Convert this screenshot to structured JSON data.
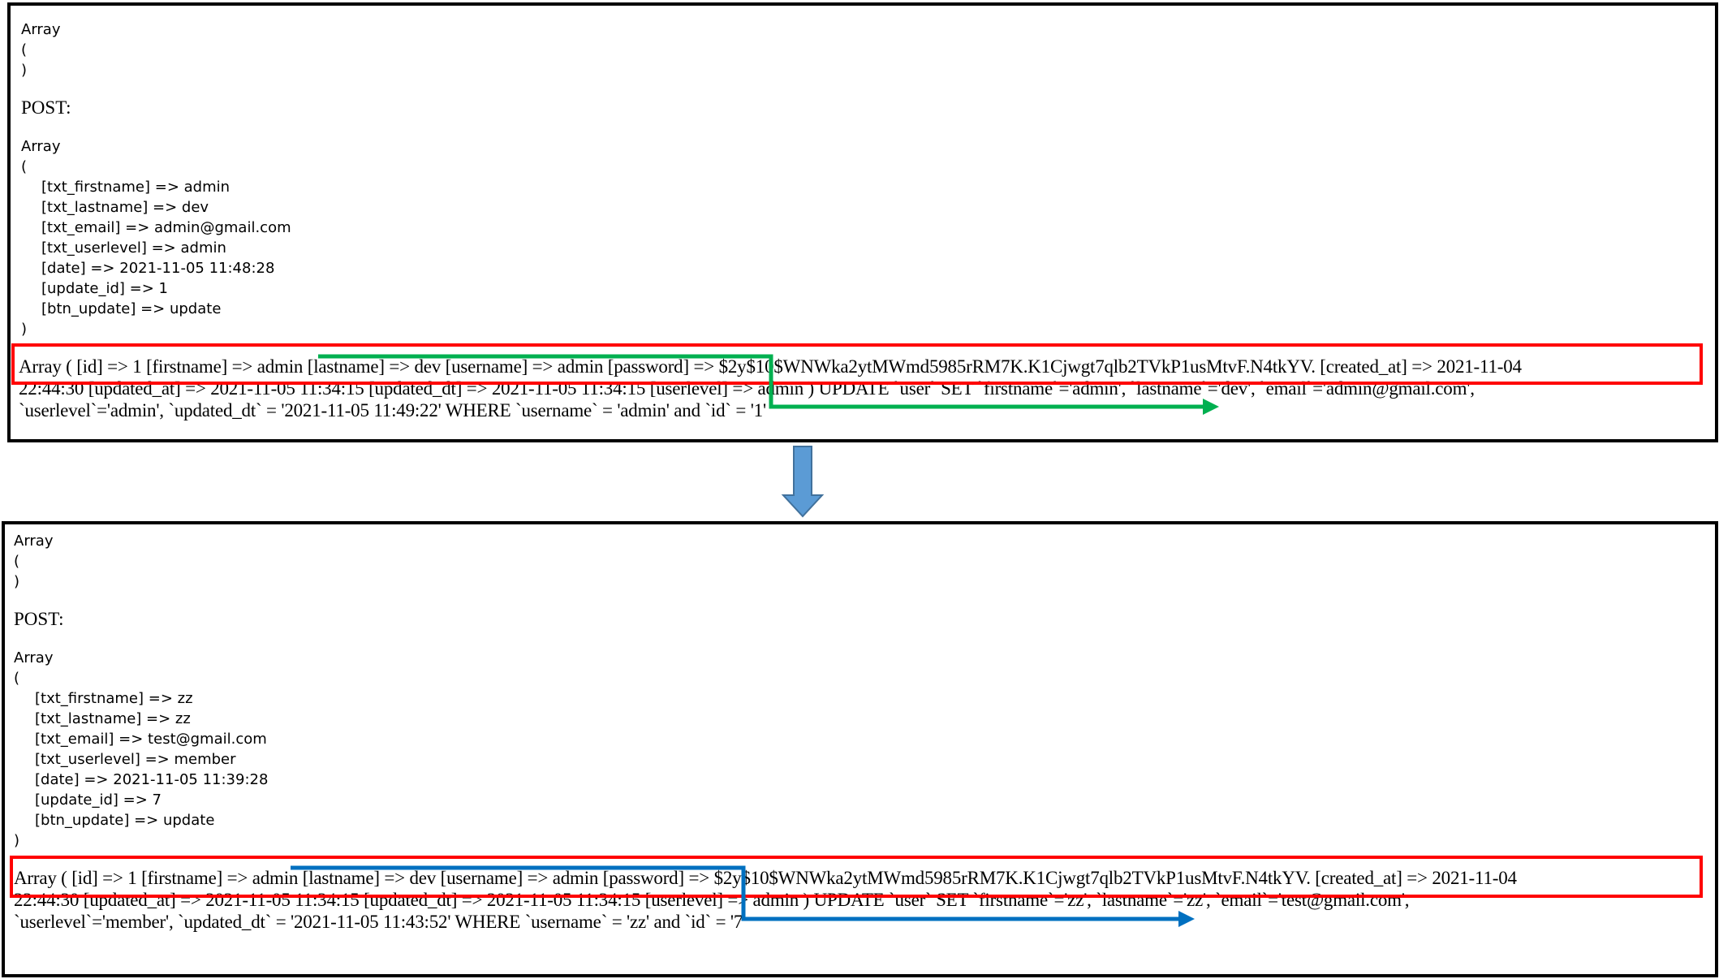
{
  "panels": [
    {
      "get_array": [
        "Array",
        "(",
        ")"
      ],
      "post_label": "POST:",
      "post_array": [
        "Array",
        "("
      ],
      "post_fields": [
        "[txt_firstname] => admin",
        "[txt_lastname] => dev",
        "[txt_email] => admin@gmail.com",
        "[txt_userlevel] => admin",
        "[date] => 2021-11-05 11:48:28",
        "[update_id] => 1",
        "[btn_update] => update"
      ],
      "post_close": ")",
      "output_lines": [
        "Array ( [id] => 1 [firstname] => admin [lastname] => dev [username] => admin [password] => $2y$10$WNWka2ytMWmd5985rRM7K.K1Cjwgt7qlb2TVkP1usMtvF.N4tkYV. [created_at] => 2021-11-04",
        "22:44:30 [updated_at] => 2021-11-05 11:34:15 [updated_dt] => 2021-11-05 11:34:15 [userlevel] => admin ) UPDATE `user` SET `firstname`='admin', `lastname`='dev', `email`='admin@gmail.com',",
        "`userlevel`='admin', `updated_dt` = '2021-11-05 11:49:22' WHERE `username` = 'admin' and `id` = '1'"
      ]
    },
    {
      "get_array": [
        "Array",
        "(",
        ")"
      ],
      "post_label": "POST:",
      "post_array": [
        "Array",
        "("
      ],
      "post_fields": [
        "[txt_firstname] => zz",
        "[txt_lastname] => zz",
        "[txt_email] => test@gmail.com",
        "[txt_userlevel] => member",
        "[date] => 2021-11-05 11:39:28",
        "[update_id] => 7",
        "[btn_update] => update"
      ],
      "post_close": ")",
      "output_lines": [
        "Array ( [id] => 1 [firstname] => admin [lastname] => dev [username] => admin [password] => $2y$10$WNWka2ytMWmd5985rRM7K.K1Cjwgt7qlb2TVkP1usMtvF.N4tkYV. [created_at] => 2021-11-04",
        "22:44:30 [updated_at] => 2021-11-05 11:34:15 [updated_dt] => 2021-11-05 11:34:15 [userlevel] => admin ) UPDATE `user` SET `firstname`='zz', `lastname`='zz', `email`='test@gmail.com',",
        "`userlevel`='member', `updated_dt` = '2021-11-05 11:43:52' WHERE `username` = 'zz' and `id` = '7'"
      ]
    }
  ],
  "colors": {
    "highlight_box": "#ff0000",
    "bracket_top": "#00b050",
    "bracket_bottom": "#0070c0",
    "down_arrow": "#5b9bd5"
  }
}
